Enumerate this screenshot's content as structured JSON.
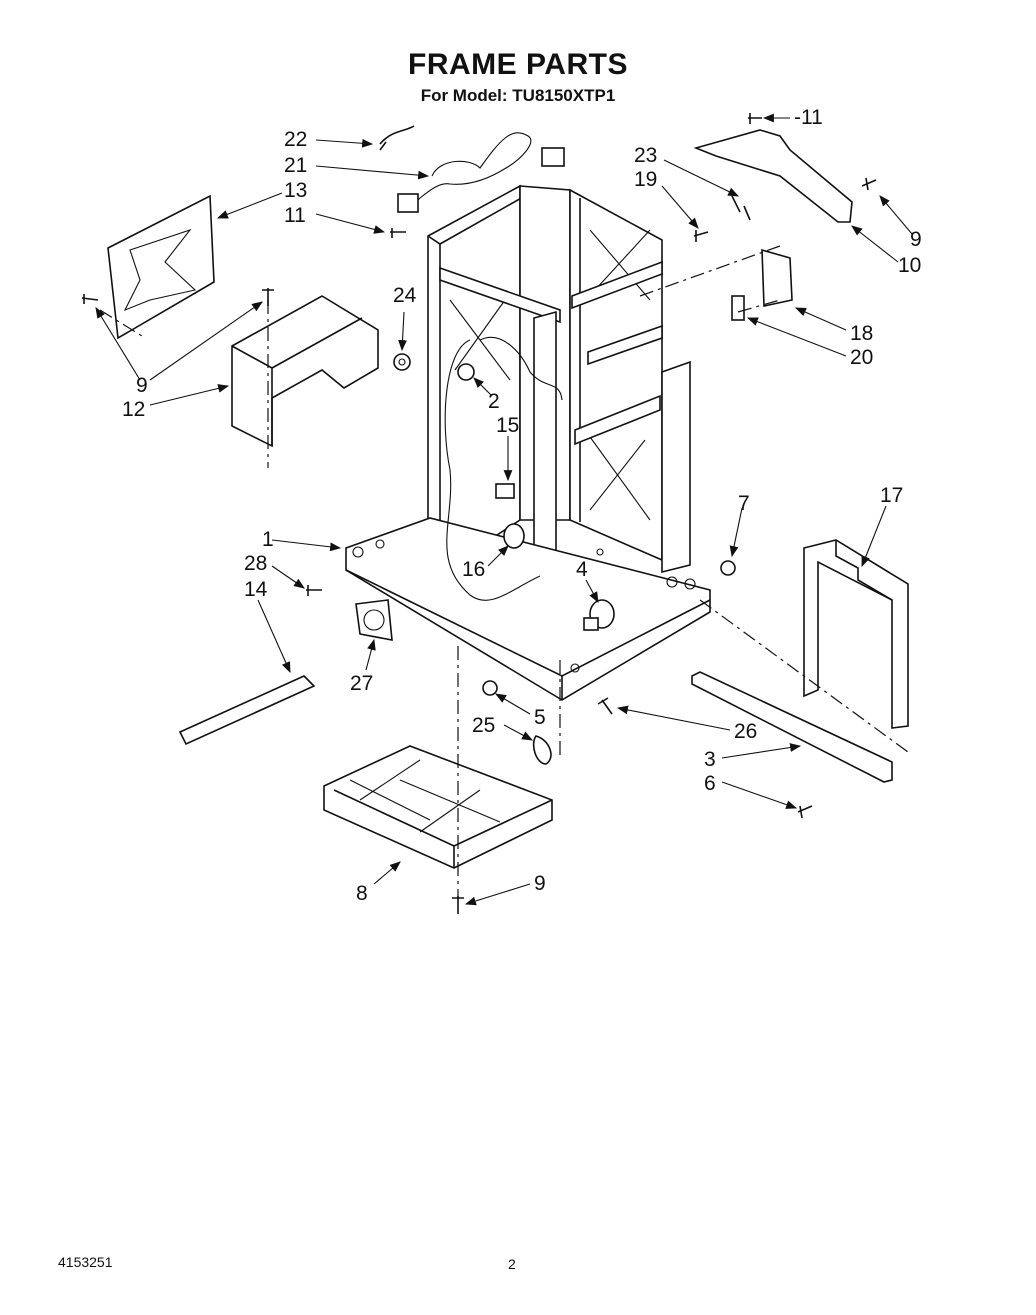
{
  "header": {
    "title": "FRAME PARTS",
    "subtitle": "For Model: TU8150XTP1"
  },
  "footer": {
    "doc_number": "4153251",
    "page_number": "2"
  },
  "callouts": [
    "22",
    "21",
    "13",
    "11",
    "9",
    "12",
    "24",
    "2",
    "15",
    "16",
    "1",
    "28",
    "14",
    "27",
    "4",
    "5",
    "25",
    "26",
    "8",
    "9",
    "-11",
    "23",
    "19",
    "9",
    "10",
    "18",
    "20",
    "7",
    "17",
    "3",
    "6"
  ]
}
